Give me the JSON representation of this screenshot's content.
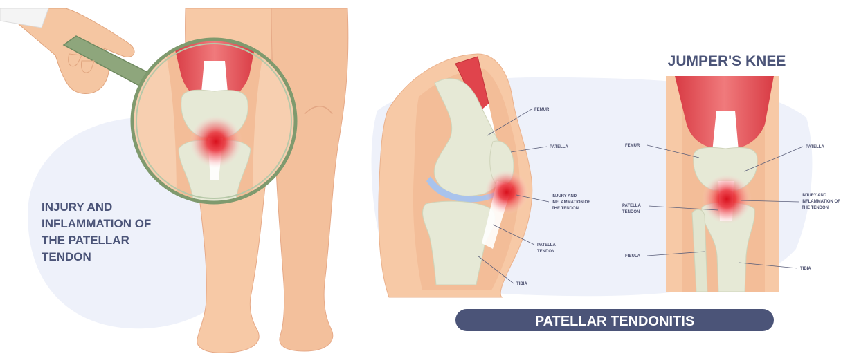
{
  "left_panel": {
    "caption_lines": [
      "INJURY AND",
      "INFLAMMATION OF",
      "THE PATELLAR",
      "TENDON"
    ]
  },
  "side_view": {
    "labels": {
      "femur": "FEMUR",
      "patella": "PATELLA",
      "injury_1": "INJURY AND",
      "injury_2": "INFLAMMATION OF",
      "injury_3": "THE TENDON",
      "tendon_1": "PATELLA",
      "tendon_2": "TENDON",
      "tibia": "TIBIA"
    }
  },
  "front_view": {
    "title": "JUMPER'S KNEE",
    "labels": {
      "femur": "FEMUR",
      "patella": "PATELLA",
      "injury_1": "INJURY AND",
      "injury_2": "INFLAMMATION OF",
      "injury_3": "THE TENDON",
      "tendon_1": "PATELLA",
      "tendon_2": "TENDON",
      "fibula": "FIBULA",
      "tibia": "TIBIA"
    }
  },
  "banner": {
    "text": "PATELLAR TENDONITIS"
  },
  "colors": {
    "skin": "#f7c9a6",
    "skin_dark": "#efb48d",
    "bone": "#e6e9d6",
    "muscle": "#e0444c",
    "inflammation": "#e3101e",
    "background_blob": "#eef1fa",
    "navy": "#4b5478",
    "handle": "#8ea67c",
    "cartilage": "#a9c3ec"
  }
}
